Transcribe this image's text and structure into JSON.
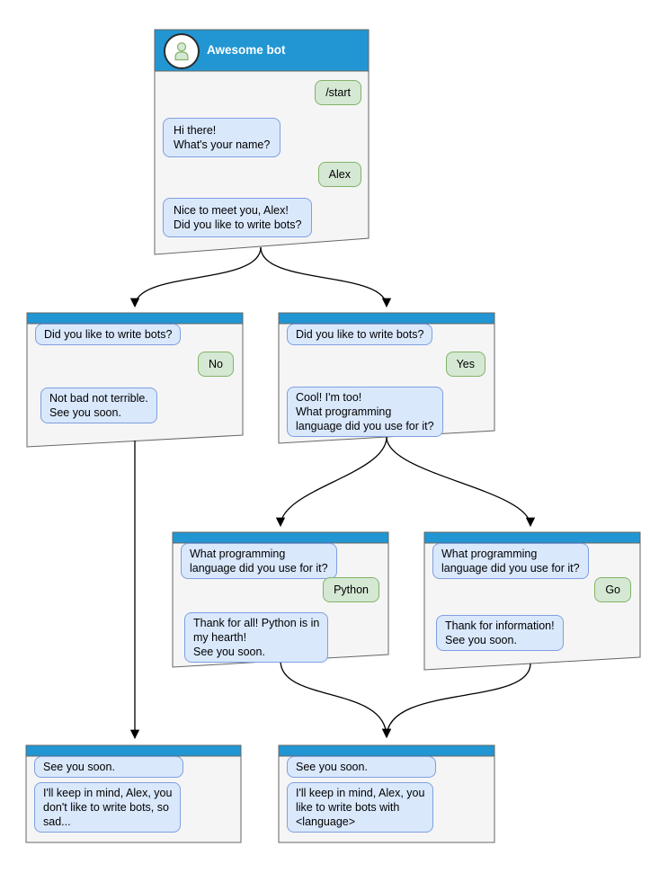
{
  "diagram": {
    "type": "chatbot-conversation-flowchart",
    "colors": {
      "header_blue": "#2196D3",
      "window_fill": "#F5F5F5",
      "window_border": "#666666",
      "bot_bubble_fill": "#DAE8FC",
      "bot_bubble_border": "#7E9FE0",
      "user_bubble_fill": "#D5E8D4",
      "user_bubble_border": "#82B366",
      "arrow_color": "#000000"
    }
  },
  "main_window": {
    "title": "Awesome bot",
    "avatar": "person-icon",
    "messages": {
      "start_command": "/start",
      "greeting": "Hi there!\nWhat's your name?",
      "name_reply": "Alex",
      "nice_to_meet": "Nice to meet you, Alex!\nDid you like to write bots?"
    }
  },
  "branch_no": {
    "question": "Did you like to write bots?",
    "answer": "No",
    "response": "Not bad not terrible.\nSee you soon."
  },
  "branch_yes": {
    "question": "Did you like to write bots?",
    "answer": "Yes",
    "response": "Cool! I'm too!\nWhat programming\nlanguage did you use for it?"
  },
  "branch_python": {
    "question": "What programming\nlanguage did you use for it?",
    "answer": "Python",
    "response": "Thank for all! Python is in\nmy hearth!\nSee you soon."
  },
  "branch_go": {
    "question": "What programming\nlanguage did you use for it?",
    "answer": "Go",
    "response": "Thank for information!\nSee you soon."
  },
  "end_no": {
    "context": "See you soon.",
    "response": "I'll keep in mind, Alex, you\ndon't like to write bots, so\nsad..."
  },
  "end_language": {
    "context": "See you soon.",
    "response": "I'll keep in mind, Alex, you\nlike to write bots with\n<language>"
  }
}
